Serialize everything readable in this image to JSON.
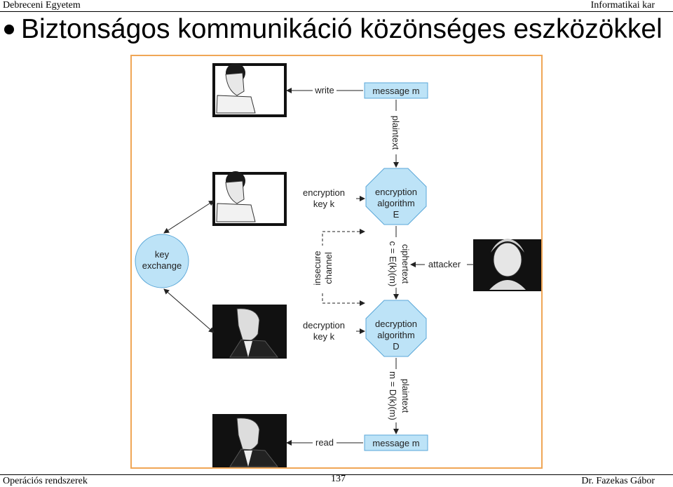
{
  "header": {
    "left": "Debreceni Egyetem",
    "right": "Informatikai  kar"
  },
  "title": "Biztonságos kommunikáció közönséges eszközökkel",
  "footer": {
    "left": "Operációs rendszerek",
    "page": "137",
    "right": "Dr. Fazekas Gábor"
  },
  "colors": {
    "node_fill": "#bde3f7",
    "node_stroke": "#5aa7d8",
    "frame": "#f0a656"
  },
  "diagram": {
    "write": "write",
    "message_top": "message m",
    "plaintext_top": "plaintext",
    "enc_key": [
      "encryption",
      "key k"
    ],
    "enc_algo": [
      "encryption",
      "algorithm",
      "E"
    ],
    "key_exchange": [
      "key",
      "exchange"
    ],
    "insecure_channel": [
      "insecure",
      "channel"
    ],
    "ciphertext": [
      "ciphertext",
      "c = E(k)(m)"
    ],
    "attacker": "attacker",
    "dec_key": [
      "decryption",
      "key k"
    ],
    "dec_algo": [
      "decryption",
      "algorithm",
      "D"
    ],
    "plaintext_bottom": [
      "plaintext",
      "m = D(k)(m)"
    ],
    "read": "read",
    "message_bottom": "message m"
  }
}
